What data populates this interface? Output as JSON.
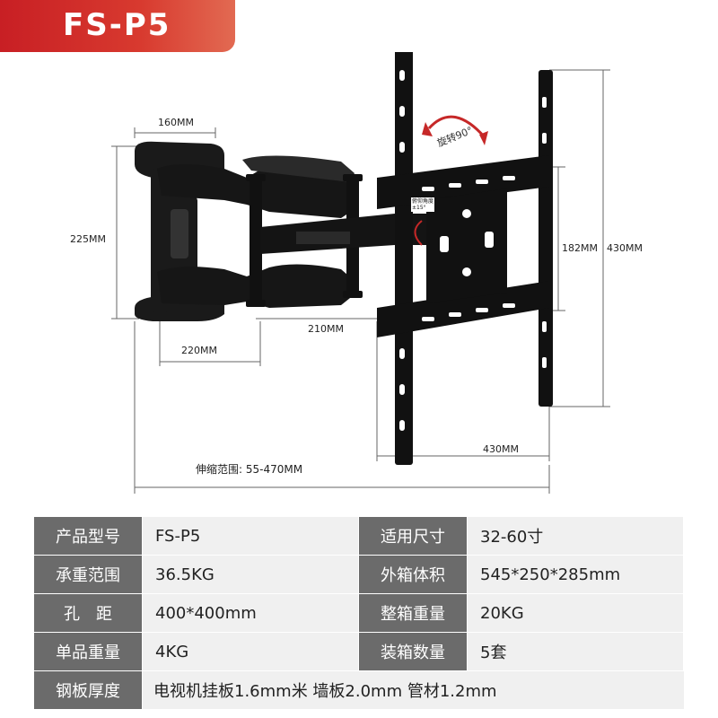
{
  "model_banner": "FS-P5",
  "dimensions": {
    "top_width": "160MM",
    "left_height": "225MM",
    "arm_length": "210MM",
    "bottom_width": "220MM",
    "plate_hole_height": "182MM",
    "plate_height": "430MM",
    "plate_width": "430MM",
    "extension_range": "伸缩范围: 55-470MM",
    "rotation": "旋转90°",
    "tilt_title": "俯仰角度",
    "tilt_value": "±15°"
  },
  "specs": [
    [
      {
        "label": "产品型号",
        "value": "FS-P5"
      },
      {
        "label": "适用尺寸",
        "value": "32-60寸"
      }
    ],
    [
      {
        "label": "承重范围",
        "value": "36.5KG"
      },
      {
        "label": "外箱体积",
        "value": "545*250*285mm"
      }
    ],
    [
      {
        "label": "孔　距",
        "value": "400*400mm"
      },
      {
        "label": "整箱重量",
        "value": "20KG"
      }
    ],
    [
      {
        "label": "单品重量",
        "value": "4KG"
      },
      {
        "label": "装箱数量",
        "value": "5套"
      }
    ]
  ],
  "plate_thickness": {
    "label": "钢板厚度",
    "value": "电视机挂板1.6mm米 墙板2.0mm 管材1.2mm"
  }
}
